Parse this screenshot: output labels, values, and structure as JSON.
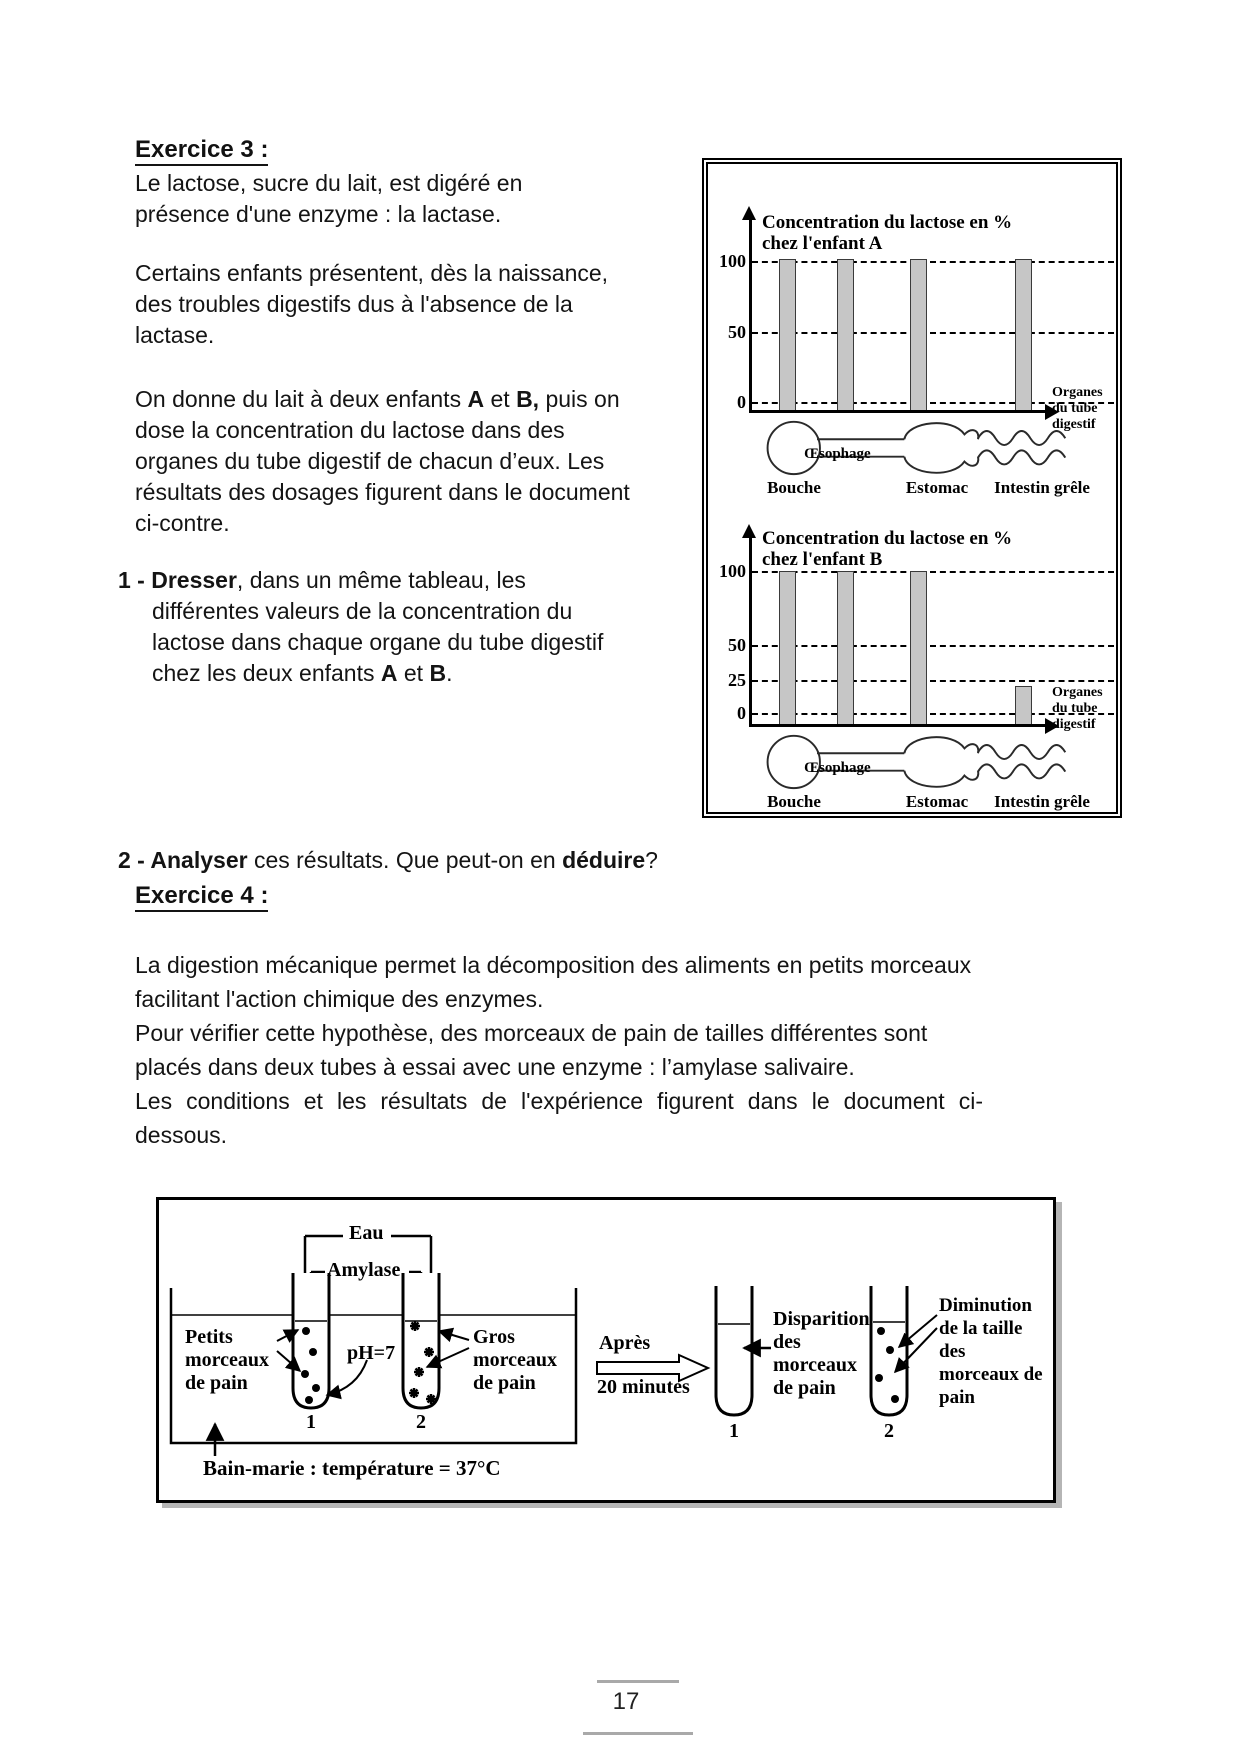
{
  "page_number": "17",
  "exercise3": {
    "heading": "Exercice 3 :",
    "para1": "Le lactose, sucre du lait, est digéré en présence d'une enzyme : la lactase.",
    "para2": "Certains enfants présentent, dès la naissance, des troubles digestifs dus à l'absence de la lactase.",
    "para3": {
      "t1": "On donne du lait à deux enfants ",
      "b1": "A",
      "t2": " et ",
      "b2": "B,",
      "t3": " puis on dose la concentration du lactose dans des organes du tube digestif de chacun d’eux. Les résultats des dosages figurent dans le document ci-contre."
    },
    "question1": {
      "num": "1 - ",
      "b1": "Dresser",
      "t1": ", dans un même tableau, les différentes valeurs de la concentration du lactose dans chaque organe du tube digestif chez les deux enfants ",
      "b2": "A",
      "t2": " et ",
      "b3": "B",
      "t3": "."
    }
  },
  "figure": {
    "chartA": {
      "title1": "Concentration du lactose en %",
      "title2": "chez l'enfant A",
      "yticks": [
        "100",
        "50",
        "0"
      ],
      "side_label": "Organes\ndu tube\ndigestif",
      "tract_label": "Œsophage",
      "xlabels": [
        "Bouche",
        "Estomac",
        "Intestin grêle"
      ]
    },
    "chartB": {
      "title1": "Concentration du lactose en %",
      "title2": "chez l'enfant B",
      "yticks": [
        "100",
        "50",
        "25",
        "0"
      ],
      "side_label": "Organes\ndu tube\ndigestif",
      "tract_label": "Œsophage",
      "xlabels": [
        "Bouche",
        "Estomac",
        "Intestin grêle"
      ]
    }
  },
  "chart_data": [
    {
      "type": "bar",
      "title": "Concentration du lactose en % chez l'enfant A",
      "categories": [
        "Bouche",
        "Œsophage",
        "Estomac",
        "Intestin grêle"
      ],
      "values": [
        100,
        100,
        100,
        100
      ],
      "ylabel": "Concentration du lactose en %",
      "yticks": [
        0,
        50,
        100
      ],
      "ylim": [
        0,
        115
      ],
      "bar_color": "#c6c6c6",
      "grid": "dashed"
    },
    {
      "type": "bar",
      "title": "Concentration du lactose en % chez l'enfant B",
      "categories": [
        "Bouche",
        "Œsophage",
        "Estomac",
        "Intestin grêle"
      ],
      "values": [
        100,
        100,
        100,
        25
      ],
      "ylabel": "Concentration du lactose en %",
      "yticks": [
        0,
        25,
        50,
        100
      ],
      "ylim": [
        0,
        115
      ],
      "bar_color": "#c6c6c6",
      "grid": "dashed"
    }
  ],
  "exercise4": {
    "question2": {
      "num": "2 - ",
      "b1": "Analyser",
      "t1": " ces résultats. Que peut-on en ",
      "b2": "déduire",
      "t2": "?"
    },
    "heading": "Exercice 4 :",
    "para1": "La digestion mécanique permet la décomposition des aliments en petits morceaux facilitant l'action chimique des enzymes.",
    "para2": "Pour vérifier cette hypothèse, des morceaux de pain de tailles différentes sont placés dans deux tubes à essai avec une enzyme : l’amylase salivaire.",
    "para3": "Les conditions et les résultats de l'expérience figurent dans le document ci-dessous."
  },
  "diagram": {
    "eau": "Eau",
    "amylase": "Amylase",
    "petits": "Petits\nmorceaux\nde pain",
    "ph": "pH=7",
    "gros": "Gros\nmorceaux\nde pain",
    "tube1_before": "1",
    "tube2_before": "2",
    "apres1": "Après",
    "apres2": "20 minutes",
    "disparition": "Disparition\ndes\nmorceaux\nde pain",
    "diminution": "Diminution\nde la taille\ndes\nmorceaux de\npain",
    "tube1_after": "1",
    "tube2_after": "2",
    "bain": "Bain-marie : température = 37°C"
  }
}
